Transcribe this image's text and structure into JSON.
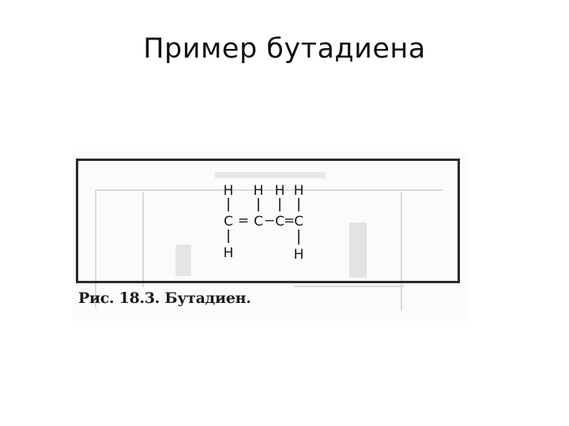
{
  "slide": {
    "title": "Пример бутадиена"
  },
  "figure": {
    "caption": "Рис. 18.3. Бутадиен.",
    "molecule": {
      "top_hydrogens": [
        "H",
        "H",
        "H",
        "H"
      ],
      "carbons": [
        "C",
        "C",
        "C",
        "C"
      ],
      "bonds": [
        "=",
        "−",
        "="
      ],
      "bottom_hydrogens": [
        "H",
        "H"
      ]
    }
  }
}
